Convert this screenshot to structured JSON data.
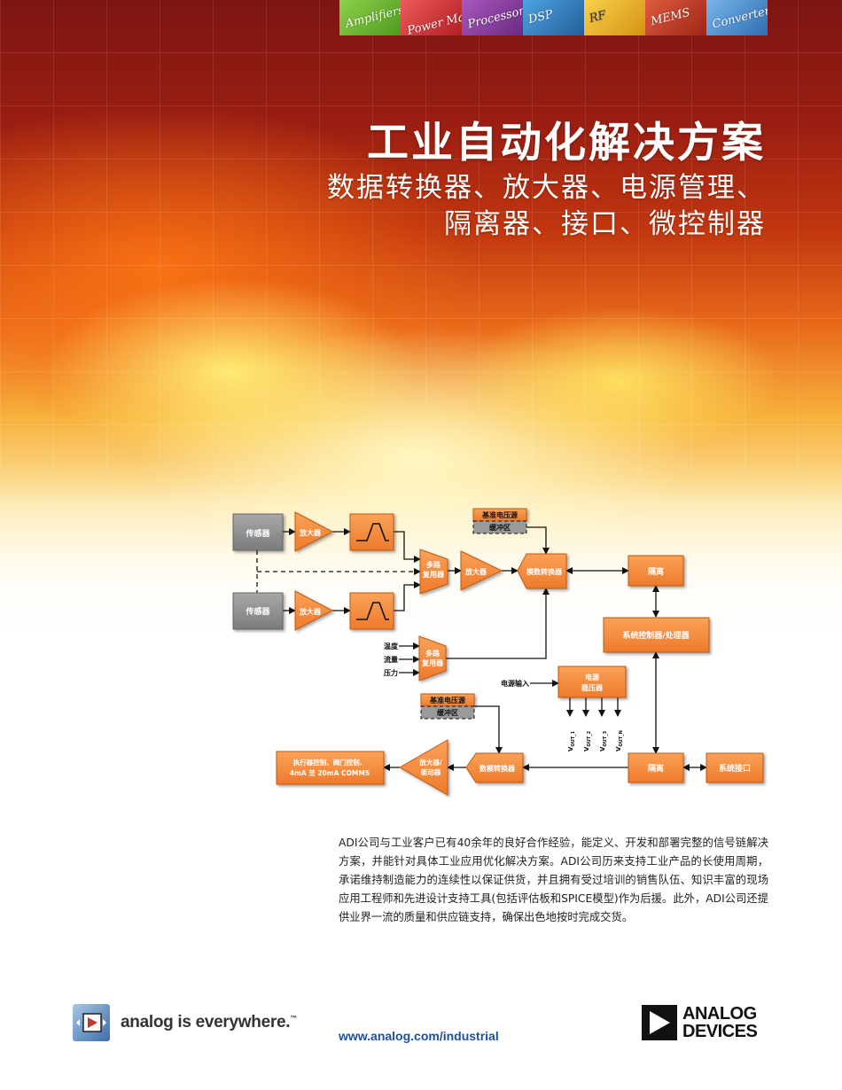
{
  "banner": [
    "Amplifiers",
    "Power Management",
    "Processors",
    "DSP",
    "RF",
    "MEMS",
    "Converters"
  ],
  "banner_colors": [
    "#6ab42f",
    "#d8343b",
    "#8b3a9a",
    "#2f7fc1",
    "#f2b51f",
    "#c43a2a",
    "#4a8fd0"
  ],
  "title": "工业自动化解决方案",
  "subtitle_lines": [
    "数据转换器、放大器、电源管理、",
    "隔离器、接口、微控制器"
  ],
  "diagram": {
    "sensor": "传感器",
    "amplifier": "放大器",
    "mux": [
      "多路",
      "复用器"
    ],
    "reference": "基准电压源",
    "buffer": "缓冲区",
    "adc": "模数转换器",
    "isolation": "隔离",
    "controller": "系统控制器/处理器",
    "inputs": [
      "温度",
      "流量",
      "压力"
    ],
    "power_input": "电源输入",
    "regulator": [
      "电源",
      "稳压器"
    ],
    "vout_labels": [
      "V",
      "OUT_1",
      "V",
      "OUT_2",
      "V",
      "OUT_3",
      "V",
      "OUT_N"
    ],
    "dac": "数模转换器",
    "driver": [
      "放大器/",
      "驱动器"
    ],
    "actuator": [
      "执行器控制、阀门控制、",
      "4mA 至 20mA COMMS"
    ],
    "interface": "系统接口"
  },
  "body_text": "ADI公司与工业客户已有40余年的良好合作经验，能定义、开发和部署完整的信号链解决方案，并能针对具体工业应用优化解决方案。ADI公司历来支持工业产品的长使用周期，承诺维持制造能力的连续性以保证供货，并且拥有受过培训的销售队伍、知识丰富的现场应用工程师和先进设计支持工具(包括评估板和SPICE模型)作为后援。此外，ADI公司还提供业界一流的质量和供应链支持，确保出色地按时完成交货。",
  "tagline": "analog is everywhere.",
  "tagline_tm": "™",
  "url": "www.analog.com/industrial",
  "logo": [
    "ANALOG",
    "DEVICES"
  ],
  "colors": {
    "block_orange": "#f58a3c",
    "block_gray": "#8e8e8e",
    "link": "#1d4fa3"
  }
}
